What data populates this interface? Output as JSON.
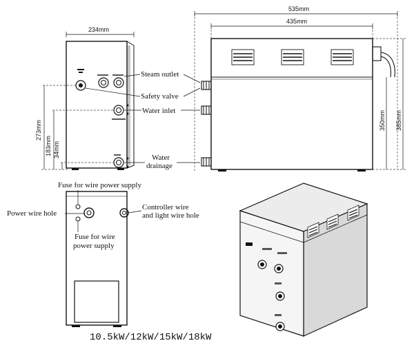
{
  "dimensions": {
    "front_width": "234mm",
    "side_total_width": "535mm",
    "side_body_width": "435mm",
    "height_273": "273mm",
    "height_183": "183mm",
    "height_34": "34mm",
    "height_350": "350mm",
    "height_385": "385mm"
  },
  "labels": {
    "steam_outlet": "Steam outlet",
    "safety_valve": "Safety valve",
    "water_inlet": "Water inlet",
    "water_drainage_1": "Water",
    "water_drainage_2": "drainage",
    "fuse_top": "Fuse for wire power supply",
    "power_wire_hole": "Power wire hole",
    "fuse_bottom_1": "Fuse for wire",
    "fuse_bottom_2": "power supply",
    "controller_1": "Controller  wire",
    "controller_2": "and light wire hole"
  },
  "caption": "10.5kW/12kW/15kW/18kW"
}
